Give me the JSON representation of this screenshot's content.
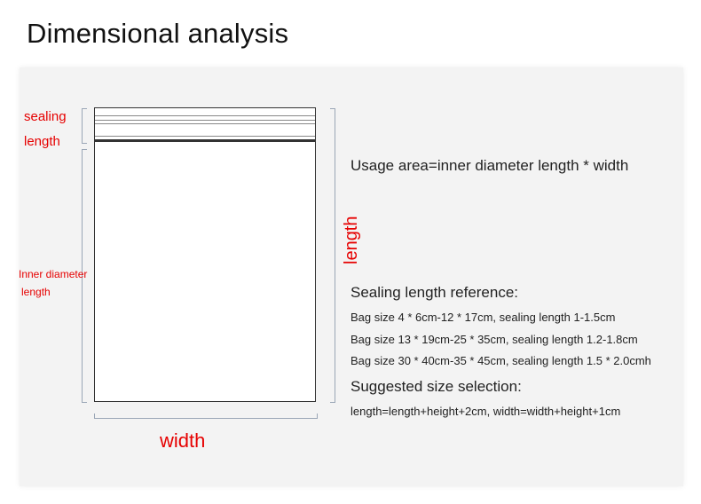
{
  "title": "Dimensional analysis",
  "labels": {
    "sealing_line1": "sealing",
    "sealing_line2": "length",
    "inner_line1": "Inner diameter",
    "inner_line2": "length",
    "width": "width",
    "length": "length"
  },
  "text": {
    "usage": "Usage area=inner diameter length * width",
    "sealing_heading": "Sealing length reference:",
    "sealing_items": [
      "Bag size 4 * 6cm-12 * 17cm, sealing length 1-1.5cm",
      "Bag size 13 * 19cm-25 * 35cm, sealing length 1.2-1.8cm",
      "Bag size 30 * 40cm-35 * 45cm, sealing length 1.5 * 2.0cmh"
    ],
    "suggest_heading": "Suggested size selection:",
    "suggest_formula": "length=length+height+2cm, width=width+height+1cm"
  },
  "colors": {
    "label_red": "#e60000",
    "panel_bg": "#f3f3f3",
    "bracket": "#9aa6b6",
    "bag_outline": "#333333"
  }
}
